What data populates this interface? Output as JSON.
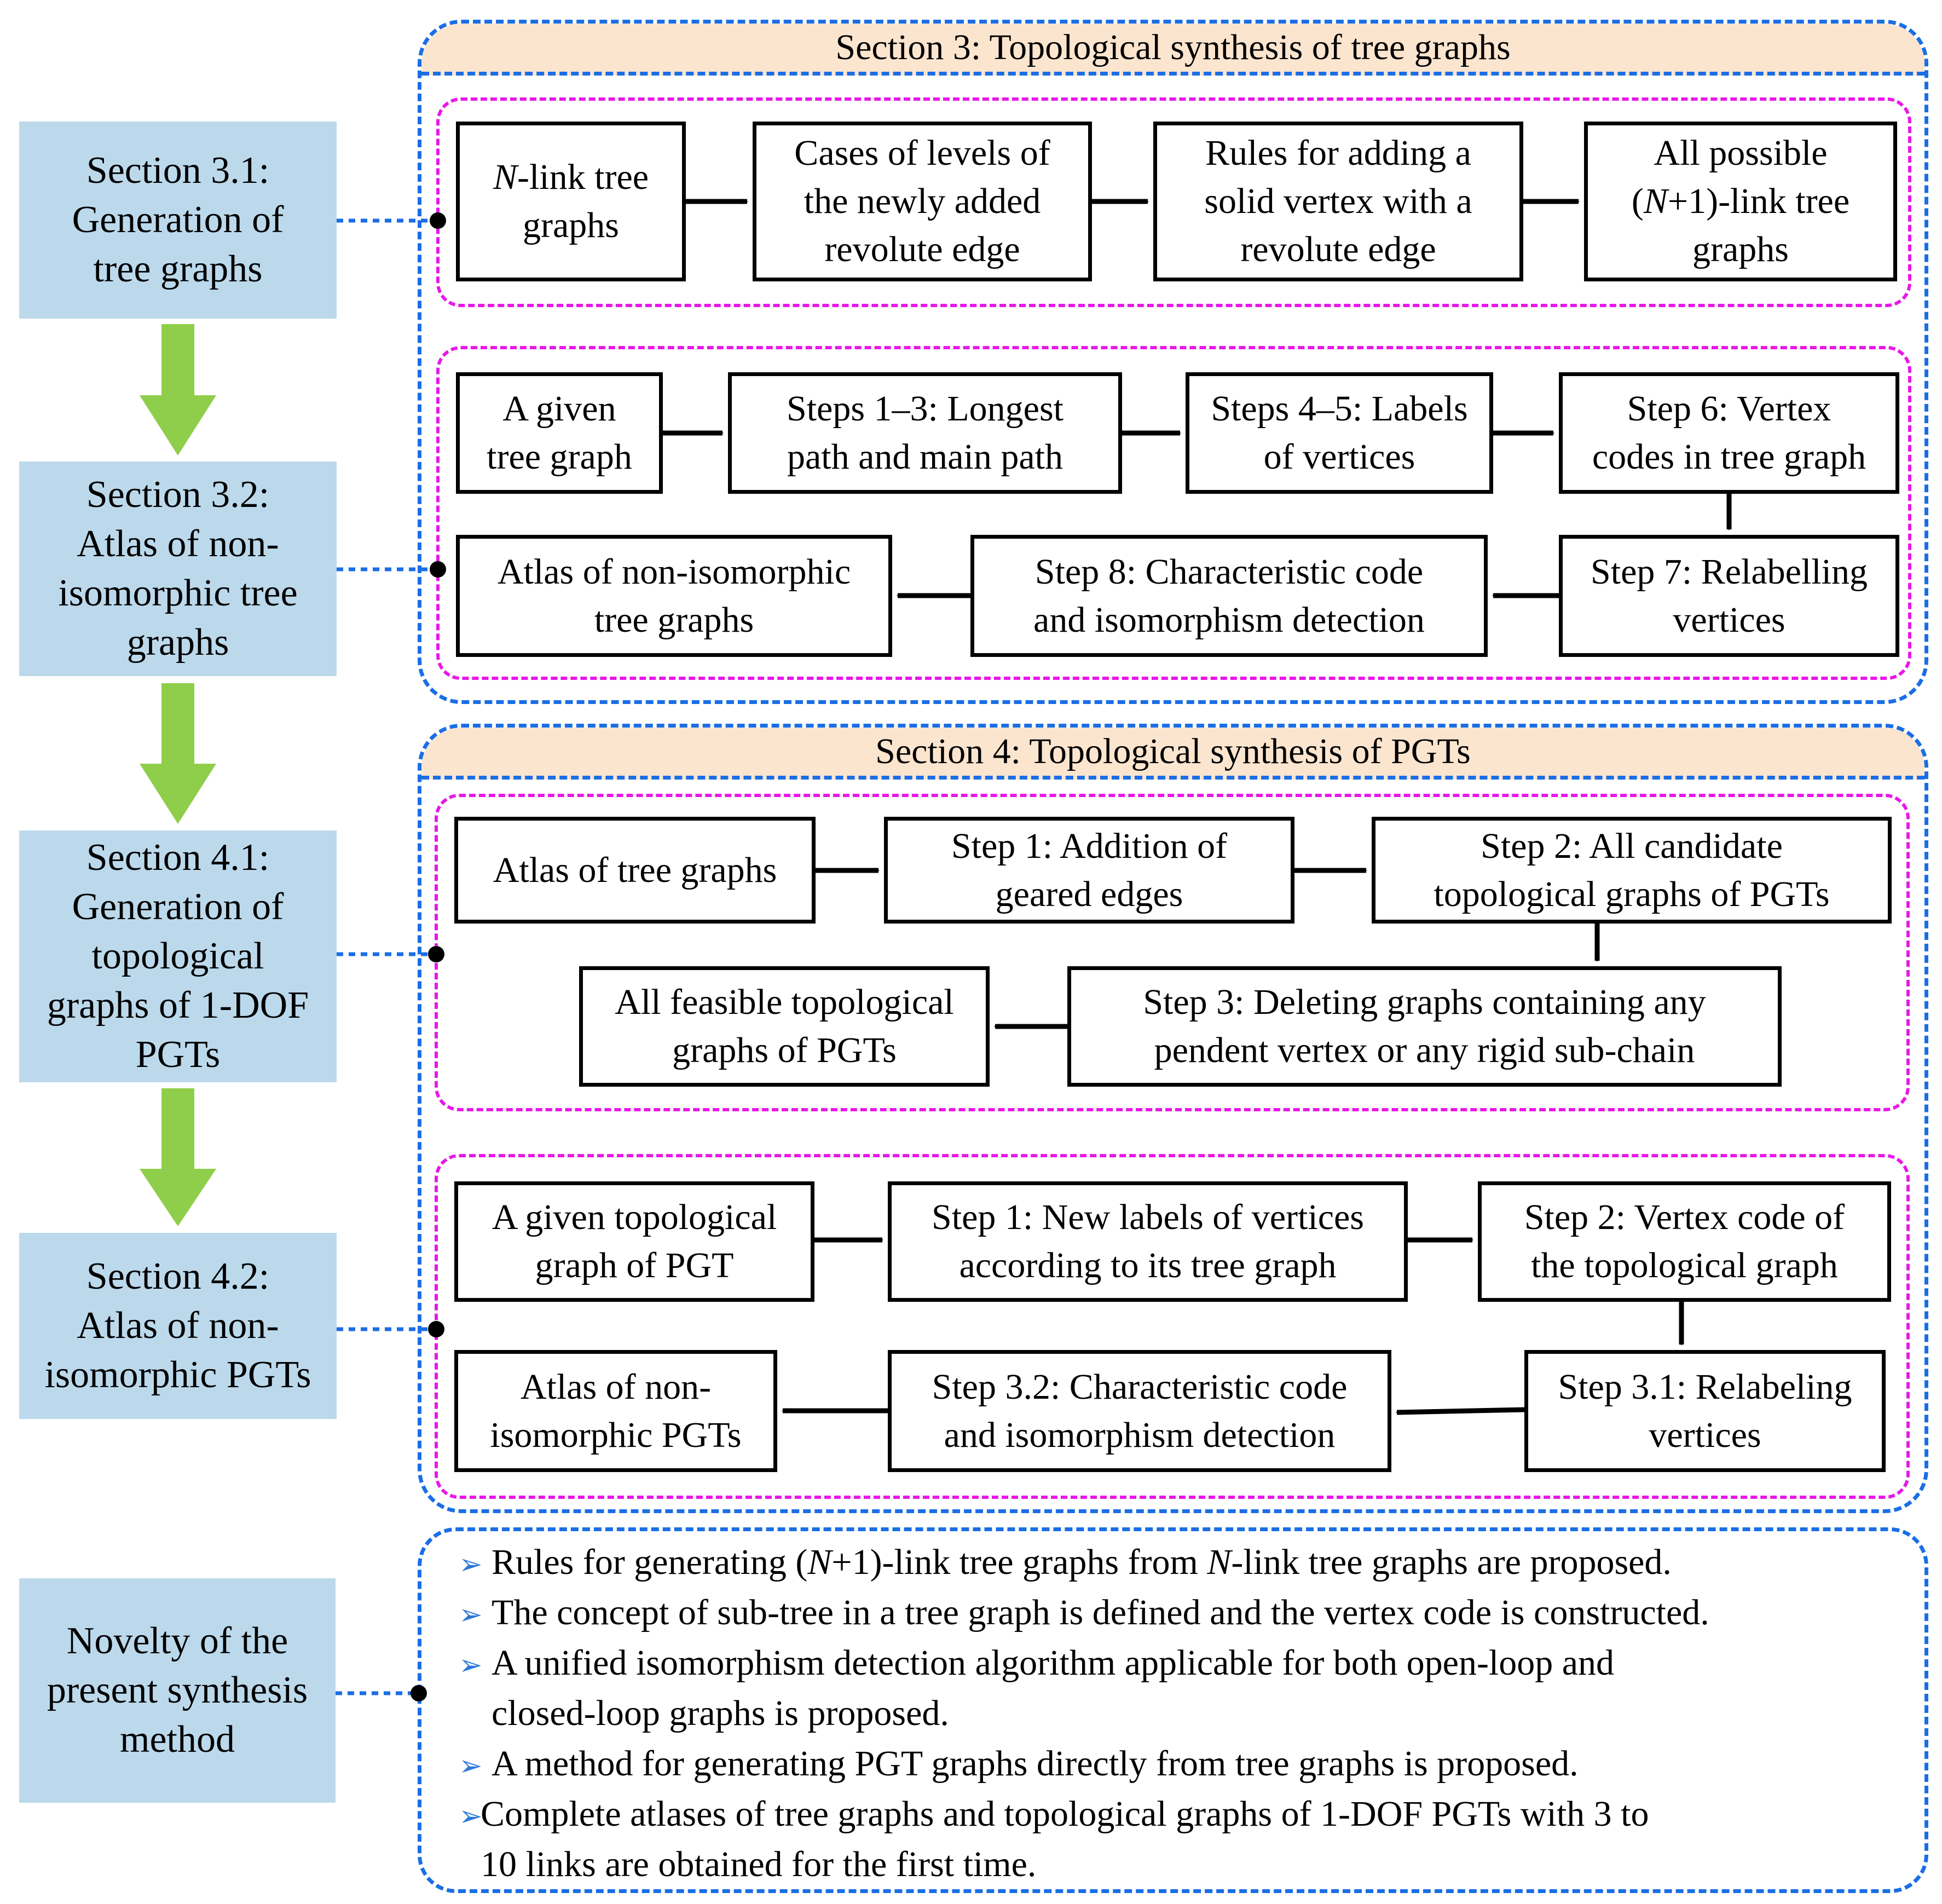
{
  "sidebar": {
    "s31": [
      "Section 3.1:",
      "Generation of",
      "tree graphs"
    ],
    "s32": [
      "Section 3.2:",
      "Atlas of non-",
      "isomorphic tree",
      "graphs"
    ],
    "s41": [
      "Section 4.1:",
      "Generation of",
      "topological",
      "graphs of 1-DOF",
      "PGTs"
    ],
    "s42": [
      "Section 4.2:",
      "Atlas of non-",
      "isomorphic PGTs"
    ],
    "novelty": [
      "Novelty of the",
      "present synthesis",
      "method"
    ]
  },
  "section3": {
    "title": "Section 3: Topological synthesis of tree graphs",
    "row1": {
      "b1": [
        "N-link tree",
        "graphs"
      ],
      "b2": [
        "Cases of levels of",
        "the newly added",
        "revolute edge"
      ],
      "b3": [
        "Rules for adding a",
        "solid vertex with a",
        "revolute edge"
      ],
      "b4": [
        "All possible",
        "(N+1)-link tree",
        "graphs"
      ]
    },
    "row2": {
      "b1": [
        "A given",
        "tree graph"
      ],
      "b2": [
        "Steps 1–3: Longest",
        "path and main path"
      ],
      "b3": [
        "Steps 4–5: Labels",
        "of vertices"
      ],
      "b4": [
        "Step 6: Vertex",
        "codes in tree graph"
      ]
    },
    "row3": {
      "b1": [
        "Atlas of non-isomorphic",
        "tree graphs"
      ],
      "b2": [
        "Step 8: Characteristic code",
        "and isomorphism detection"
      ],
      "b3": [
        "Step 7: Relabelling",
        "vertices"
      ]
    }
  },
  "section4": {
    "title": "Section 4: Topological synthesis of PGTs",
    "row1": {
      "b1": [
        "Atlas of tree graphs"
      ],
      "b2": [
        "Step 1: Addition of",
        "geared edges"
      ],
      "b3": [
        "Step 2: All candidate",
        "topological graphs of PGTs"
      ]
    },
    "row2": {
      "b1": [
        "All feasible topological",
        "graphs of PGTs"
      ],
      "b2": [
        "Step 3: Deleting graphs containing any",
        "pendent vertex or any rigid sub-chain"
      ]
    },
    "row3": {
      "b1": [
        "A given topological",
        "graph of PGT"
      ],
      "b2": [
        "Step 1: New labels of vertices",
        "according to its tree graph"
      ],
      "b3": [
        "Step 2: Vertex code of",
        "the topological graph"
      ]
    },
    "row4": {
      "b1": [
        "Atlas of non-",
        "isomorphic PGTs"
      ],
      "b2": [
        "Step 3.2: Characteristic code",
        "and isomorphism detection"
      ],
      "b3": [
        "Step 3.1: Relabeling",
        "vertices"
      ]
    }
  },
  "novelty_items": [
    "Rules for generating (N+1)-link tree graphs from N-link tree graphs are proposed.",
    "The concept of sub-tree in a tree graph is defined and the vertex code is constructed.",
    "A unified isomorphism detection algorithm applicable for both open-loop and",
    "closed-loop graphs is proposed.",
    "A method for generating PGT graphs directly from tree graphs is proposed.",
    "Complete atlases of tree graphs and topological graphs of 1-DOF PGTs with 3 to",
    "10 links are obtained for the first time."
  ],
  "icons": {
    "bullet": "arrowhead-bullet-icon"
  },
  "colors": {
    "sidebar_fill": "#bcd9ec",
    "section_border": "#1a6ee6",
    "section_title_fill": "#fce5cf",
    "group_border": "#e817e8",
    "big_arrow": "#8fce4a",
    "bullet": "#2d78d7"
  }
}
